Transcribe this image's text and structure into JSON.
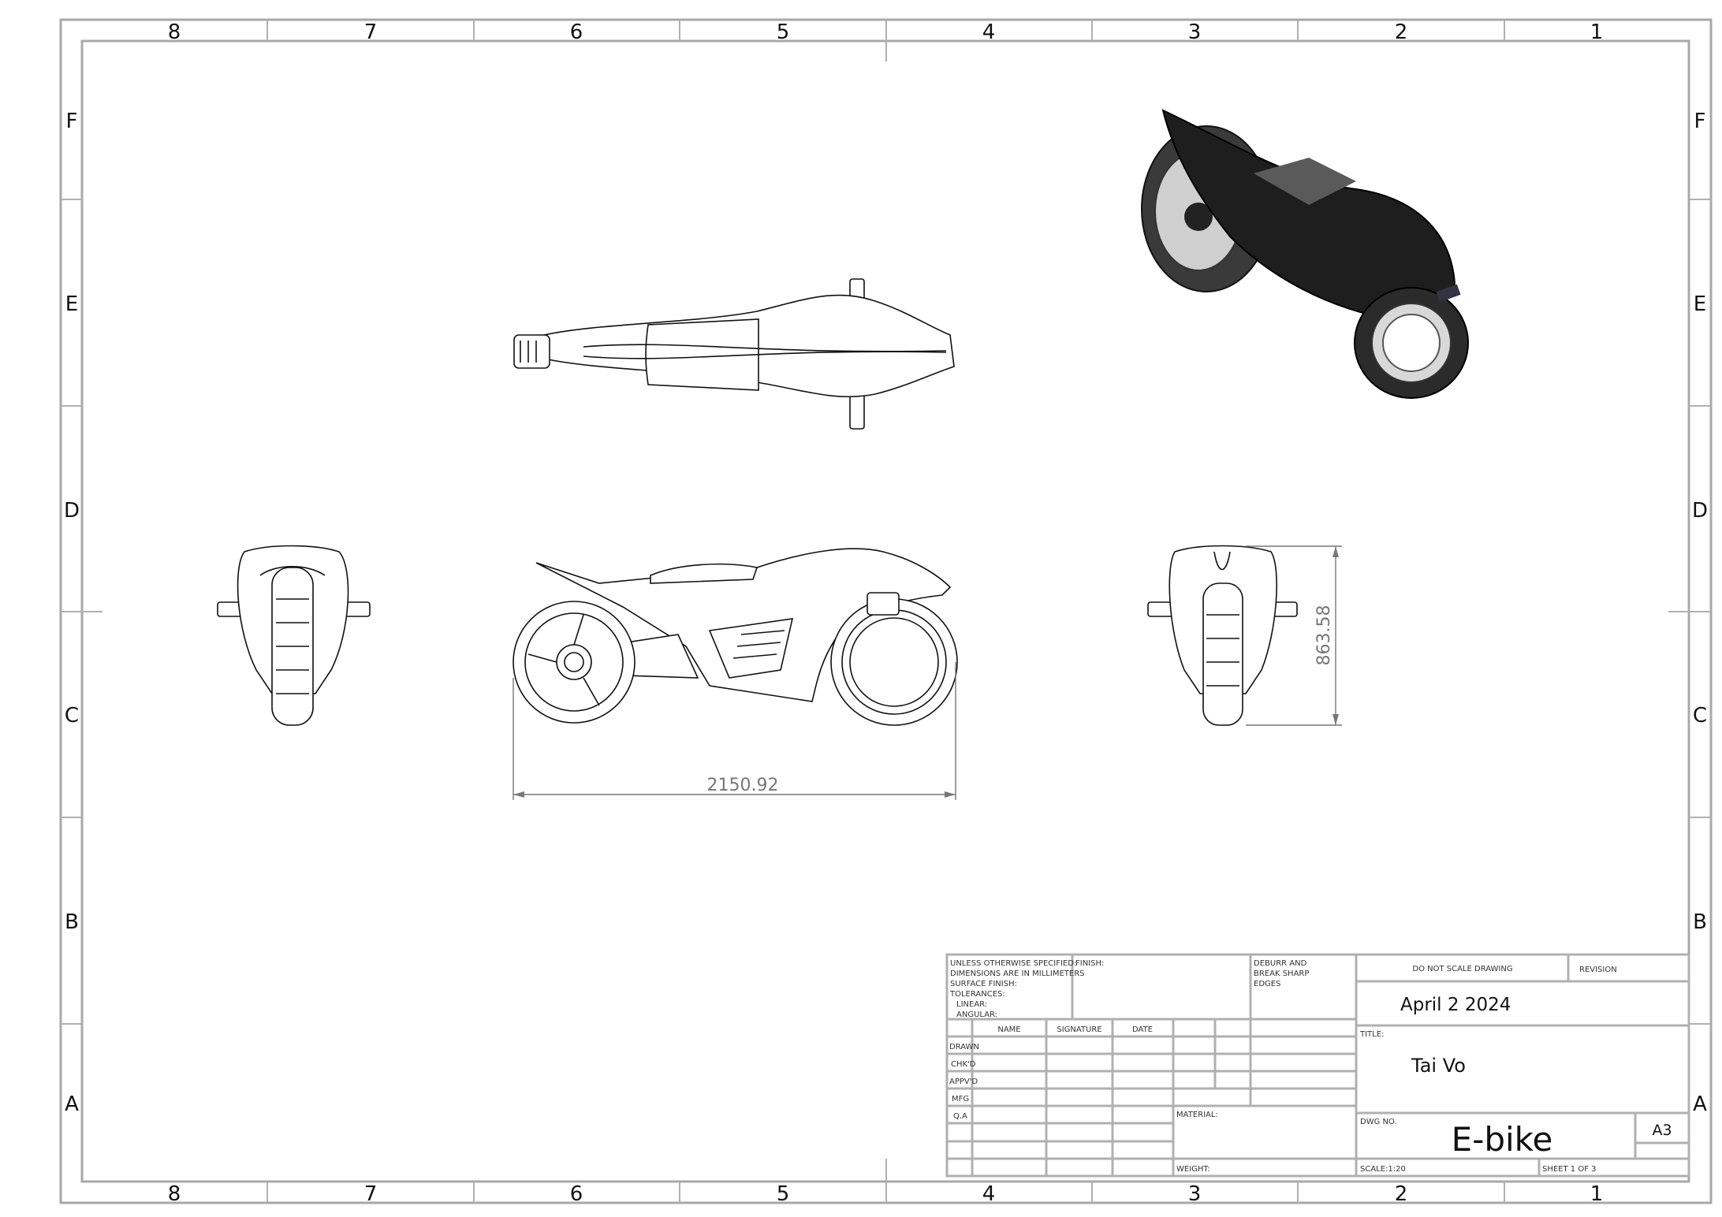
{
  "zones": {
    "columns": [
      "8",
      "7",
      "6",
      "5",
      "4",
      "3",
      "2",
      "1"
    ],
    "rows": [
      "F",
      "E",
      "D",
      "C",
      "B",
      "A"
    ]
  },
  "dimensions": {
    "overall_length": "2150.92",
    "overall_height": "863.58"
  },
  "title_block": {
    "notes": [
      "UNLESS OTHERWISE SPECIFIED:",
      "DIMENSIONS ARE IN MILLIMETERS",
      "SURFACE FINISH:",
      "TOLERANCES:",
      "LINEAR:",
      "ANGULAR:"
    ],
    "finish": "FINISH:",
    "deburr": [
      "DEBURR AND",
      "BREAK SHARP",
      "EDGES"
    ],
    "headers": {
      "name": "NAME",
      "signature": "SIGNATURE",
      "date": "DATE"
    },
    "roles": [
      "DRAWN",
      "CHK'D",
      "APPV'D",
      "MFG",
      "Q.A"
    ],
    "material": "MATERIAL:",
    "weight": "WEIGHT:",
    "do_not_scale": "DO NOT SCALE DRAWING",
    "revision": "REVISION",
    "date_value": "April 2 2024",
    "title_label": "TITLE:",
    "title_value": "Tai Vo",
    "dwg_no_label": "DWG NO.",
    "dwg_no_value": "E-bike",
    "size": "A3",
    "scale": "SCALE:1:20",
    "sheet": "SHEET 1 OF 3"
  },
  "colors": {
    "border": "#a8a8a8",
    "line": "#111111",
    "dimension": "#777777"
  }
}
